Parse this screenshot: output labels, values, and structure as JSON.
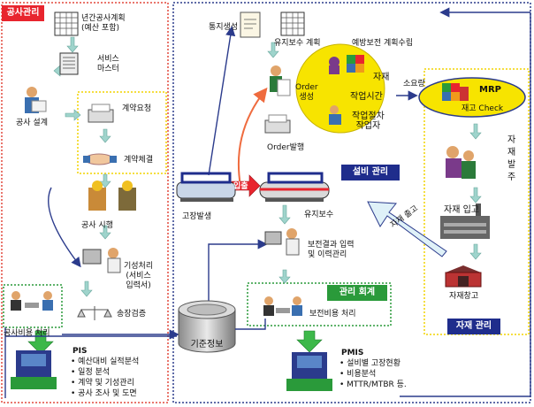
{
  "sections": {
    "construction": "공사관리",
    "facility": "설비 관리",
    "management_accounting": "관리 회계",
    "materials": "자재 관리"
  },
  "left": {
    "annual_plan": "년간공사계획\n(예산 포함)",
    "service_master": "서비스\n마스터",
    "design": "공사 설계",
    "contract_request": "계약요청",
    "contract": "계약체결",
    "construction_work": "공사 시행",
    "completion_proc": "기성처리\n(서비스\n입력서)",
    "inspection": "송장검증",
    "cost_proc": "공사비용 처리"
  },
  "center": {
    "notification": "통지생성",
    "maint_plan": "유지보수 계획",
    "preventive": "예방보전 계획수립",
    "order_create": "Order\n생성",
    "materials_word": "자재",
    "work_time": "작업시간",
    "procedure": "작업절차\n작업자",
    "order_issue": "Order발행",
    "breakdown": "고장발생",
    "breakdown_tag": "입출",
    "maintenance": "유지보수",
    "result_entry": "보전결과 입력\n및 이력관리",
    "cost_mgmt": "보전비용 처리",
    "base_info": "기준정보"
  },
  "right": {
    "consumption": "소요량",
    "mrp": "MRP",
    "stock_check": "재고 Check",
    "purchase": "자\n재\n발\n주",
    "receiving": "자재 입고",
    "warehouse": "자재창고",
    "arrow_text": "자재 출고"
  },
  "pis": {
    "title": "PIS",
    "items": [
      "• 예산대비 실적분석",
      "• 일정 분석",
      "• 계약 및 기성관리",
      "• 공사 조사 및 도면"
    ]
  },
  "pmis": {
    "title": "PMIS",
    "items": [
      "• 설비별 고장현황",
      "• 비용분석",
      "• MTTR/MTBR 등."
    ]
  },
  "colors": {
    "red_label": "#e8252e",
    "navy_label": "#1f2d8c",
    "green_label": "#2a9a3a",
    "yellow": "#f7e400",
    "dotted_red": "#e2483d",
    "dotted_navy": "#2b3b8c",
    "down_arrow": "#9fd4cc",
    "orange_arrow": "#ef6b3e"
  }
}
